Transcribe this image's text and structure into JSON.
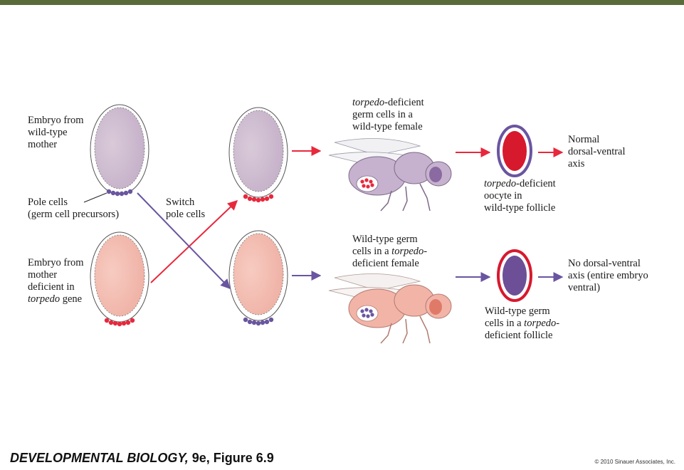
{
  "colors": {
    "header_bar": "#5a6b3a",
    "wild_type_embryo": "#c9b6cc",
    "torpedo_embryo": "#f2b8ac",
    "red_arrow": "#e8283c",
    "purple_arrow": "#6a55a0",
    "oocyte_red": "#d7192e",
    "oocyte_purple": "#6c4f97"
  },
  "labels": {
    "embryo_wt": "Embryo from\nwild-type\nmother",
    "pole_cells": "Pole cells\n(germ cell precursors)",
    "embryo_torpedo_line1": "Embryo from\nmother\ndeficient in",
    "embryo_torpedo_italic": "torpedo",
    "embryo_torpedo_line2": " gene",
    "switch": "Switch\npole cells",
    "top_fly_italic": "torpedo",
    "top_fly_rest": "-deficient\ngerm cells in a\nwild-type female",
    "bottom_fly_line1": "Wild-type germ\ncells in a ",
    "bottom_fly_italic": "torpedo",
    "bottom_fly_line2": "-\ndeficient female",
    "top_oocyte_italic": "torpedo",
    "top_oocyte_rest": "-deficient\noocyte in\nwild-type follicle",
    "bottom_oocyte_line1": "Wild-type germ\ncells in a ",
    "bottom_oocyte_italic": "torpedo",
    "bottom_oocyte_line2": "-\ndeficient follicle",
    "top_result": "Normal\ndorsal-ventral\naxis",
    "bottom_result": "No dorsal-ventral\naxis (entire embryo\nventral)"
  },
  "footer": {
    "title_italic": "DEVELOPMENTAL BIOLOGY,",
    "title_rest": " 9e, Figure 6.9",
    "copyright": "© 2010 Sinauer Associates, Inc."
  }
}
